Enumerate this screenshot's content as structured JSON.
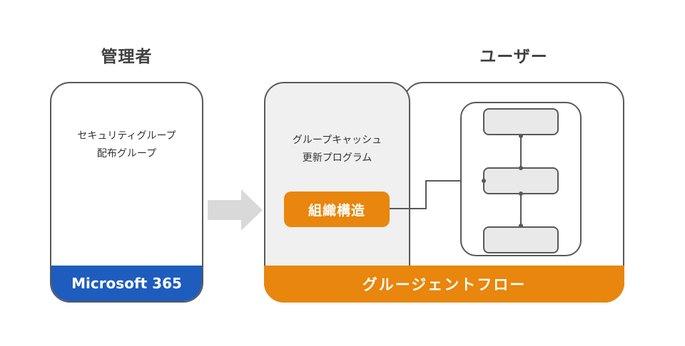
{
  "headings": {
    "admin": "管理者",
    "user": "ユーザー"
  },
  "admin_panel": {
    "lines": [
      "セキュリティグループ",
      "配布グループ"
    ],
    "banner": "Microsoft 365"
  },
  "user_panel": {
    "cache_lines": [
      "グループキャッシュ",
      "更新プログラム"
    ],
    "org_button": "組織構造",
    "banner": "グルージェントフロー"
  },
  "colors": {
    "microsoft_blue": "#1e5cbe",
    "gluegent_orange": "#e8860d",
    "border_gray": "#595959",
    "panel_gray": "#f0f0f0",
    "arrow_gray": "#d9d9d9"
  }
}
